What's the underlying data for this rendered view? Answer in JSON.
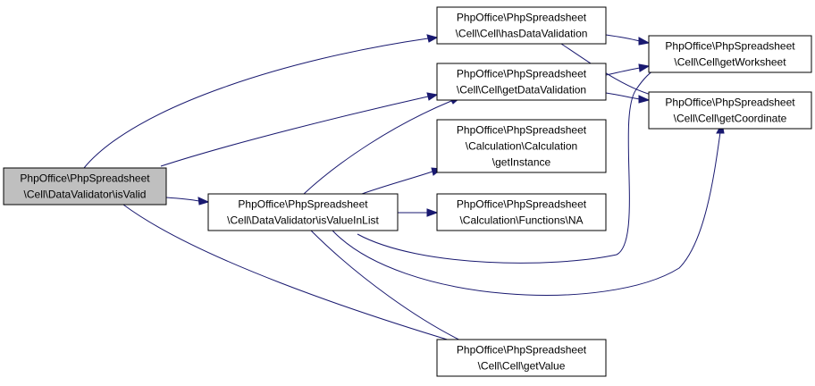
{
  "colors": {
    "root_fill": "#bfbfbf",
    "node_fill": "#ffffff",
    "border": "#000000",
    "edge": "#191970"
  },
  "nodes": [
    {
      "id": "isValid",
      "lines": [
        "PhpOffice\\PhpSpreadsheet",
        "\\Cell\\DataValidator\\isValid"
      ],
      "root": true
    },
    {
      "id": "isValueInList",
      "lines": [
        "PhpOffice\\PhpSpreadsheet",
        "\\Cell\\DataValidator\\isValueInList"
      ]
    },
    {
      "id": "hasDataValidation",
      "lines": [
        "PhpOffice\\PhpSpreadsheet",
        "\\Cell\\Cell\\hasDataValidation"
      ]
    },
    {
      "id": "getDataValidation",
      "lines": [
        "PhpOffice\\PhpSpreadsheet",
        "\\Cell\\Cell\\getDataValidation"
      ]
    },
    {
      "id": "getInstance",
      "lines": [
        "PhpOffice\\PhpSpreadsheet",
        "\\Calculation\\Calculation",
        "\\getInstance"
      ]
    },
    {
      "id": "NA",
      "lines": [
        "PhpOffice\\PhpSpreadsheet",
        "\\Calculation\\Functions\\NA"
      ]
    },
    {
      "id": "getValue",
      "lines": [
        "PhpOffice\\PhpSpreadsheet",
        "\\Cell\\Cell\\getValue"
      ]
    },
    {
      "id": "getWorksheet",
      "lines": [
        "PhpOffice\\PhpSpreadsheet",
        "\\Cell\\Cell\\getWorksheet"
      ]
    },
    {
      "id": "getCoordinate",
      "lines": [
        "PhpOffice\\PhpSpreadsheet",
        "\\Cell\\Cell\\getCoordinate"
      ]
    }
  ],
  "edges": [
    {
      "from": "isValid",
      "to": "hasDataValidation"
    },
    {
      "from": "isValid",
      "to": "getDataValidation"
    },
    {
      "from": "isValid",
      "to": "isValueInList"
    },
    {
      "from": "isValid",
      "to": "getValue"
    },
    {
      "from": "isValueInList",
      "to": "getDataValidation"
    },
    {
      "from": "isValueInList",
      "to": "getInstance"
    },
    {
      "from": "isValueInList",
      "to": "NA"
    },
    {
      "from": "isValueInList",
      "to": "getWorksheet"
    },
    {
      "from": "isValueInList",
      "to": "getCoordinate"
    },
    {
      "from": "isValueInList",
      "to": "getValue"
    },
    {
      "from": "hasDataValidation",
      "to": "getWorksheet"
    },
    {
      "from": "hasDataValidation",
      "to": "getCoordinate"
    },
    {
      "from": "getDataValidation",
      "to": "getWorksheet"
    },
    {
      "from": "getDataValidation",
      "to": "getCoordinate"
    }
  ]
}
